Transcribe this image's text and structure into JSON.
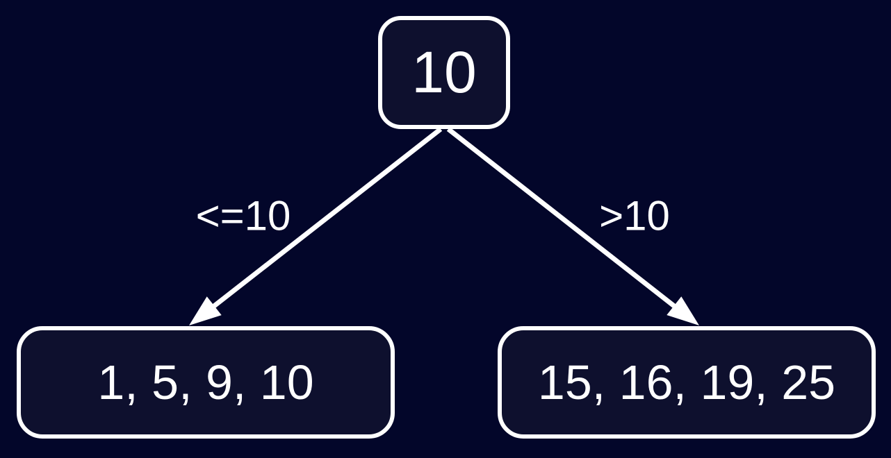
{
  "diagram": {
    "type": "binary-split-tree",
    "colors": {
      "background": "#03062a",
      "node_fill": "#0e102e",
      "stroke": "#ffffff",
      "text": "#ffffff"
    },
    "nodes": {
      "root": {
        "label": "10"
      },
      "left_child": {
        "label": "1, 5, 9, 10"
      },
      "right_child": {
        "label": "15, 16, 19, 25"
      }
    },
    "edges": {
      "left": {
        "from": "root",
        "to": "left_child",
        "label": "<=10"
      },
      "right": {
        "from": "root",
        "to": "right_child",
        "label": ">10"
      }
    }
  }
}
